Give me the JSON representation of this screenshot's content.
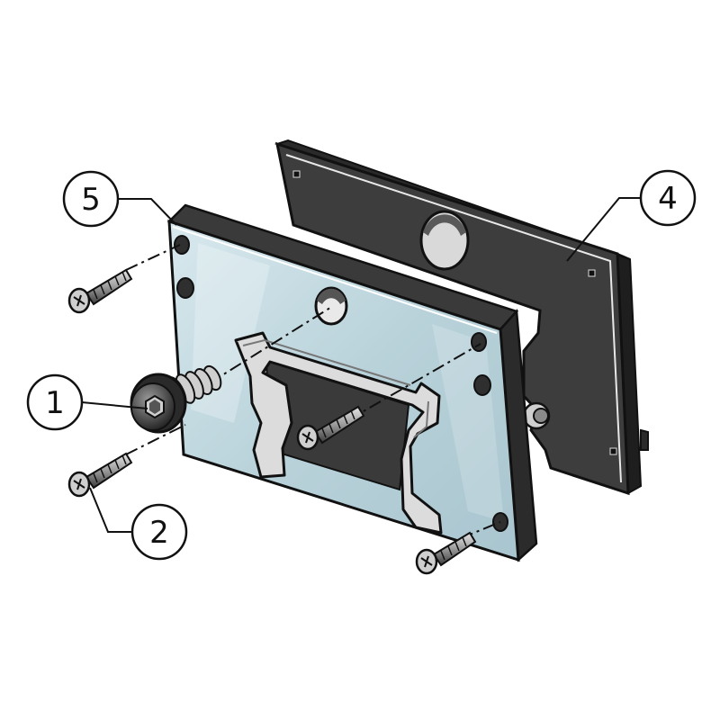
{
  "callouts": [
    {
      "id": "c1",
      "label": "1",
      "part": "cap-screw"
    },
    {
      "id": "c2",
      "label": "2",
      "part": "mounting-screws"
    },
    {
      "id": "c4",
      "label": "4",
      "part": "rear-plate"
    },
    {
      "id": "c5",
      "label": "5",
      "part": "front-plate"
    }
  ],
  "colors": {
    "rear_plate": "#3a3a3a",
    "front_plate": "#c9dde4",
    "plate_edge": "#2b2b2b",
    "screw": "#8e8e8e",
    "leader": "#111111"
  }
}
